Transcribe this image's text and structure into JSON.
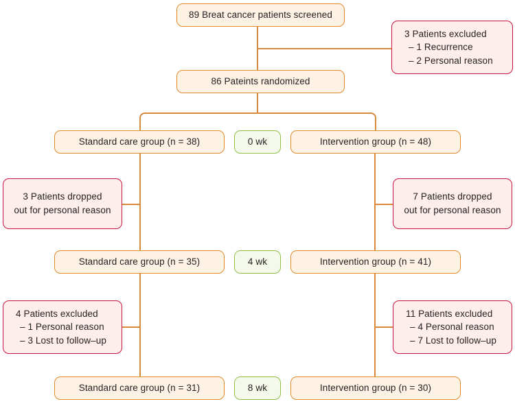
{
  "diagram": {
    "title": "CONSORT participant flow diagram",
    "colors": {
      "connector": "#d8893a",
      "main_border": "#e08a2e",
      "main_fill": "#fdf2e4",
      "exclusion_border": "#c9133e",
      "exclusion_fill": "#fdeeeb",
      "timepoint_border": "#8fc045",
      "timepoint_fill": "#f4f9ec",
      "text": "#231f20",
      "background": "#ffffff"
    }
  },
  "nodes": {
    "screened": {
      "label": "89 Breat cancer patients screened"
    },
    "excluded_screening": {
      "line1": "3 Patients excluded",
      "line2": "– 1 Recurrence",
      "line3": "– 2 Personal reason"
    },
    "randomized": {
      "label": "86 Pateints randomized"
    },
    "timepoint_0wk": {
      "label": "0 wk"
    },
    "timepoint_4wk": {
      "label": "4 wk"
    },
    "timepoint_8wk": {
      "label": "8 wk"
    },
    "standard_0wk": {
      "label": "Standard care group (n = 38)"
    },
    "intervention_0wk": {
      "label": "Intervention group (n = 48)"
    },
    "standard_dropout": {
      "line1": "3 Patients dropped",
      "line2": "out for personal reason"
    },
    "intervention_dropout": {
      "line1": "7 Patients dropped",
      "line2": "out for personal reason"
    },
    "standard_4wk": {
      "label": "Standard care group (n = 35)"
    },
    "intervention_4wk": {
      "label": "Intervention group (n = 41)"
    },
    "standard_excluded": {
      "line1": "4 Patients excluded",
      "line2": "– 1 Personal reason",
      "line3": "– 3 Lost to follow–up"
    },
    "intervention_excluded": {
      "line1": "11 Patients excluded",
      "line2": "– 4 Personal reason",
      "line3": "– 7 Lost to follow–up"
    },
    "standard_8wk": {
      "label": "Standard care group (n = 31)"
    },
    "intervention_8wk": {
      "label": "Intervention group (n = 30)"
    }
  },
  "chart_data": {
    "type": "diagram",
    "title": "CONSORT participant flow diagram",
    "timepoints": [
      "0 wk",
      "4 wk",
      "8 wk"
    ],
    "flow": [
      {
        "stage": "screened",
        "label": "89 Breat cancer patients screened",
        "n": 89
      },
      {
        "stage": "excluded",
        "label": "3 Patients excluded",
        "n": 3,
        "reasons": [
          {
            "label": "Recurrence",
            "n": 1
          },
          {
            "label": "Personal reason",
            "n": 2
          }
        ]
      },
      {
        "stage": "randomized",
        "label": "86 Pateints randomized",
        "n": 86
      }
    ],
    "arms": [
      {
        "name": "Standard care group",
        "timeline": [
          {
            "timepoint": "0 wk",
            "n": 38
          },
          {
            "timepoint": "4 wk",
            "n": 35
          },
          {
            "timepoint": "8 wk",
            "n": 31
          }
        ],
        "attrition": [
          {
            "after": "0 wk",
            "label": "3 Patients dropped out for personal reason",
            "n": 3
          },
          {
            "after": "4 wk",
            "label": "4 Patients excluded",
            "n": 4,
            "reasons": [
              {
                "label": "Personal reason",
                "n": 1
              },
              {
                "label": "Lost to follow-up",
                "n": 3
              }
            ]
          }
        ]
      },
      {
        "name": "Intervention group",
        "timeline": [
          {
            "timepoint": "0 wk",
            "n": 48
          },
          {
            "timepoint": "4 wk",
            "n": 41
          },
          {
            "timepoint": "8 wk",
            "n": 30
          }
        ],
        "attrition": [
          {
            "after": "0 wk",
            "label": "7 Patients dropped out for personal reason",
            "n": 7
          },
          {
            "after": "4 wk",
            "label": "11 Patients excluded",
            "n": 11,
            "reasons": [
              {
                "label": "Personal reason",
                "n": 4
              },
              {
                "label": "Lost to follow-up",
                "n": 7
              }
            ]
          }
        ]
      }
    ]
  }
}
